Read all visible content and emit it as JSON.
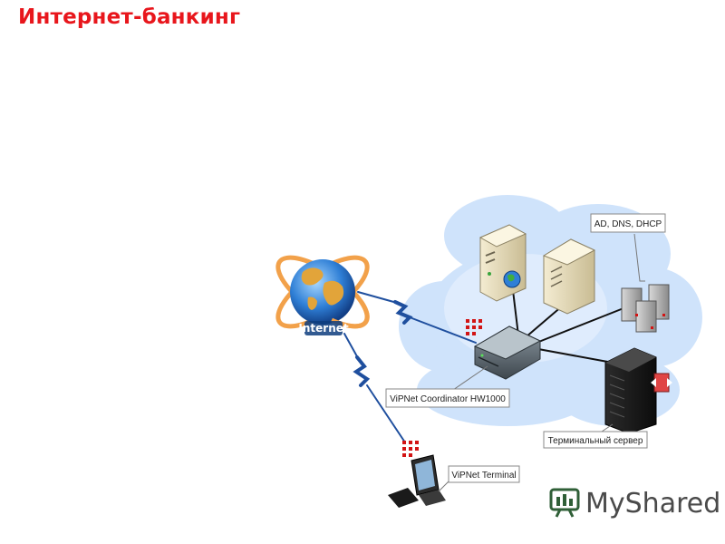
{
  "title": "Интернет-банкинг",
  "nodes": {
    "internet": "Internet",
    "coordinator": "ViPNet Coordinator HW1000",
    "ad_dns_dhcp": "AD, DNS, DHCP",
    "terminal_server": "Терминальный сервер",
    "terminal": "ViPNet Terminal"
  },
  "logo": {
    "text": "MyShared",
    "color": "#2f5f37"
  },
  "colors": {
    "title": "#e8161c",
    "cloud": "#cfe3fb",
    "link": "#1f4f9e",
    "wire": "#111111",
    "vipnet": "#d21414"
  }
}
